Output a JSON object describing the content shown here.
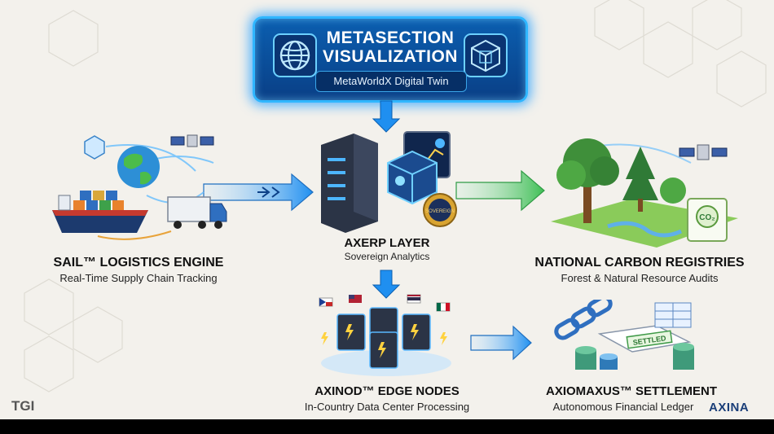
{
  "header": {
    "title": "METASECTION\nVISUALIZATION",
    "subtitle": "MetaWorldX Digital Twin"
  },
  "nodes": {
    "logistics": {
      "title": "SAIL™ LOGISTICS ENGINE",
      "subtitle": "Real-Time Supply Chain Tracking"
    },
    "axerp": {
      "title": "AXERP LAYER",
      "subtitle": "Sovereign Analytics",
      "badge": "SOVEREIGN"
    },
    "carbon": {
      "title": "NATIONAL CARBON REGISTRIES",
      "subtitle": "Forest & Natural Resource Audits",
      "badge": "CO₂"
    },
    "axinod": {
      "title": "AXINOD™ EDGE NODES",
      "subtitle": "In-Country Data Center Processing"
    },
    "settlement": {
      "title": "AXIOMAXUS™ SETTLEMENT",
      "subtitle": "Autonomous Financial Ledger",
      "stamp": "SETTLED"
    }
  },
  "branding": {
    "left_mark": "TGI",
    "right_mark": "AXINA"
  },
  "colors": {
    "accent_blue": "#1f8ff0",
    "banner_bg": "#0a4a99",
    "arrow_green": "#4cc25a",
    "server_dark": "#2b3446",
    "text_dark": "#111111"
  },
  "icons": [
    "globe-icon",
    "cube-icon",
    "satellite-icon",
    "cargo-ship-icon",
    "truck-icon",
    "server-icon",
    "dashboard-icon",
    "shield-badge-icon",
    "forest-icon",
    "co2-certificate-icon",
    "flag-icon",
    "chain-icon",
    "ledger-icon",
    "coin-stack-icon"
  ]
}
